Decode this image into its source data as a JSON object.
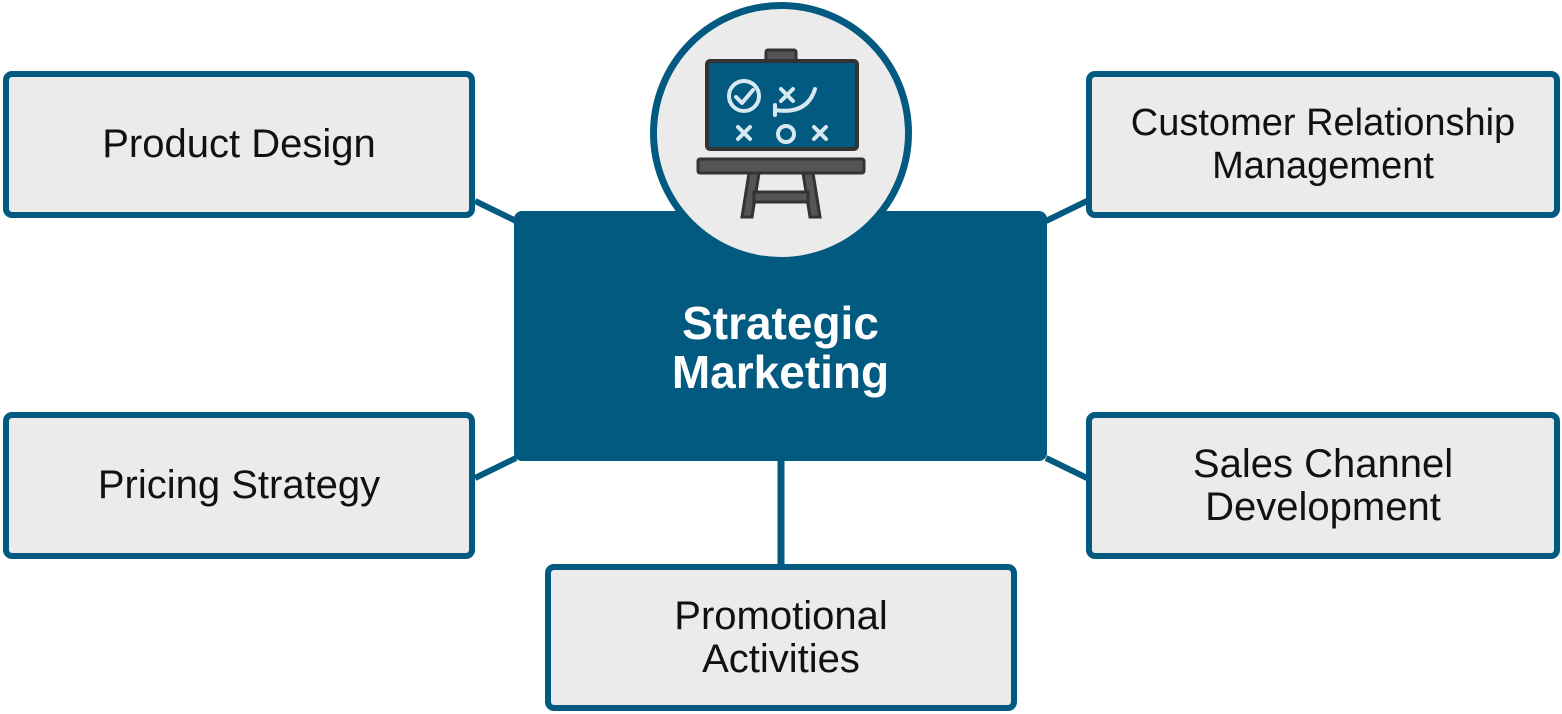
{
  "center": {
    "line1": "Strategic",
    "line2": "Marketing",
    "icon": "strategy-board-icon"
  },
  "nodes": {
    "product_design": {
      "line1": "Product Design"
    },
    "pricing_strategy": {
      "line1": "Pricing Strategy"
    },
    "customer_relationship": {
      "line1": "Customer Relationship",
      "line2": "Management"
    },
    "sales_channel": {
      "line1": "Sales Channel",
      "line2": "Development"
    },
    "promotional": {
      "line1": "Promotional",
      "line2": "Activities"
    }
  },
  "colors": {
    "primary": "#035a80",
    "box_fill": "#ebebeb",
    "text": "#111111",
    "icon_dark": "#555555"
  }
}
